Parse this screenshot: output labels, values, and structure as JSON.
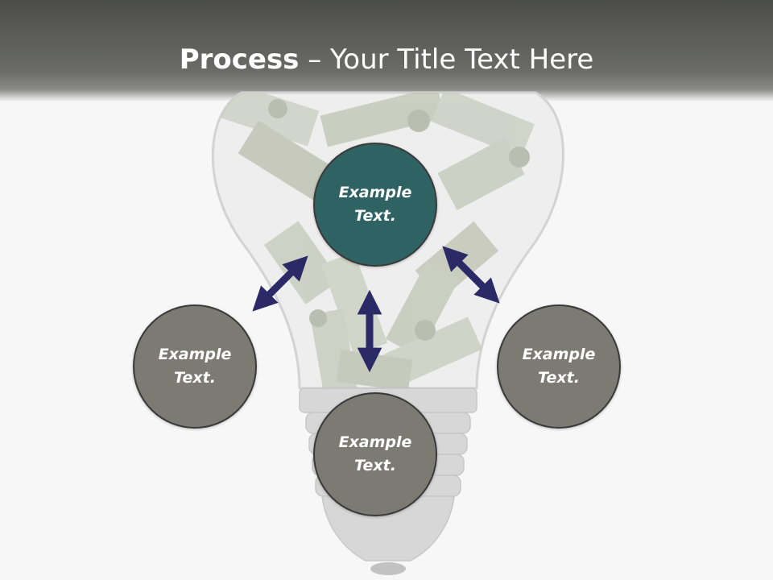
{
  "title": {
    "bold": "Process",
    "rest": " – Your Title Text Here"
  },
  "colors": {
    "center": "#2f6262",
    "outer": "#7b7b73",
    "arrow": "#2b2a66"
  },
  "nodes": [
    {
      "id": "top",
      "label": "Example Text."
    },
    {
      "id": "left",
      "label": "Example Text."
    },
    {
      "id": "bottom",
      "label": "Example Text."
    },
    {
      "id": "right",
      "label": "Example Text."
    }
  ]
}
